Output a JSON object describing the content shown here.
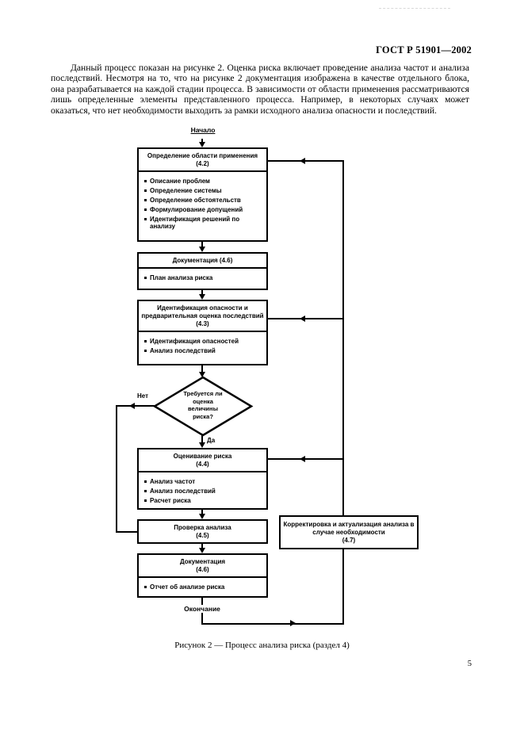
{
  "page": {
    "header": "ГОСТ Р 51901—2002",
    "paragraph": "Данный процесс показан на рисунке 2. Оценка риска включает проведение анализа частот и анализа последствий. Несмотря на то, что на рисунке 2 документация изображена в качестве отдельного блока, она разрабатывается на каждой стадии процесса. В зависимости от области применения рассматриваются лишь определенные элементы представленного процесса. Например, в некоторых случаях может оказаться, что нет необходимости выходить за рамки исходного анализа опасности и последствий.",
    "caption": "Рисунок 2 — Процесс анализа риска (раздел 4)",
    "page_number": "5"
  },
  "flowchart": {
    "start_label": "Начало",
    "end_label": "Окончание",
    "no_label": "Нет",
    "yes_label": "Да",
    "decision": {
      "line1": "Требуется ли",
      "line2": "оценка",
      "line3": "величины",
      "line4": "риска?"
    },
    "boxes": {
      "scope": {
        "title": "Определение области применения",
        "ref": "(4.2)",
        "items": [
          "Описание проблем",
          "Определение системы",
          "Определение обстоятельств",
          "Формулирование допущений",
          "Идентификация решений по анализу"
        ]
      },
      "doc_plan": {
        "title": "Документация (4.6)",
        "items": [
          "План анализа риска"
        ]
      },
      "hazard": {
        "title": "Идентификация опасности и предварительная оценка последствий (4.3)",
        "items": [
          "Идентификация опасностей",
          "Анализ последствий"
        ]
      },
      "estimation": {
        "title": "Оценивание риска",
        "ref": "(4.4)",
        "items": [
          "Анализ частот",
          "Анализ последствий",
          "Расчет риска"
        ]
      },
      "verification": {
        "title": "Проверка анализа",
        "ref": "(4.5)"
      },
      "doc_report": {
        "title": "Документация",
        "ref": "(4.6)",
        "items": [
          "Отчет об анализе риска"
        ]
      },
      "update": {
        "title": "Корректировка и актуализация анализа в случае необходимости",
        "ref": "(4.7)"
      }
    }
  }
}
